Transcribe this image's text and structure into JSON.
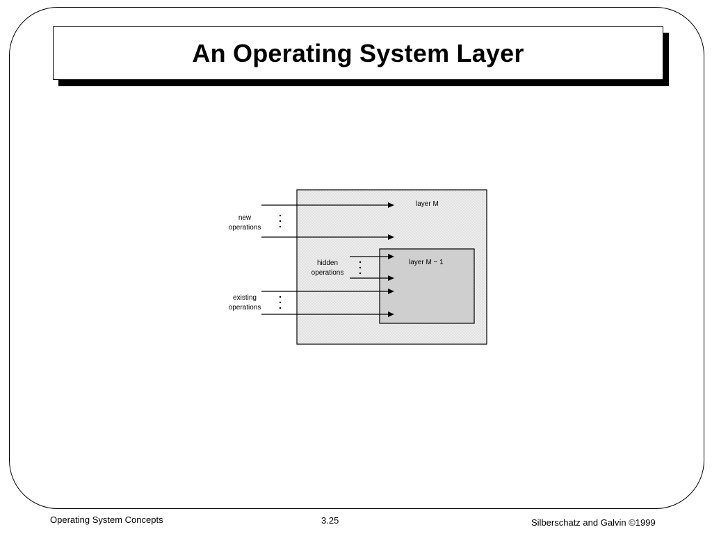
{
  "slide": {
    "title": "An Operating System Layer"
  },
  "diagram": {
    "layer_outer_label": "layer M",
    "layer_inner_label": "layer M − 1",
    "new_operations": [
      "new",
      "operations"
    ],
    "hidden_operations": [
      "hidden",
      "operations"
    ],
    "existing_operations": [
      "existing",
      "operations"
    ],
    "colors": {
      "outer_fill": "#e6e6e6",
      "inner_fill": "#cfcfcf",
      "stroke": "#000000"
    }
  },
  "footer": {
    "left": "Operating System Concepts",
    "center": "3.25",
    "right": "Silberschatz and Galvin ©1999"
  }
}
